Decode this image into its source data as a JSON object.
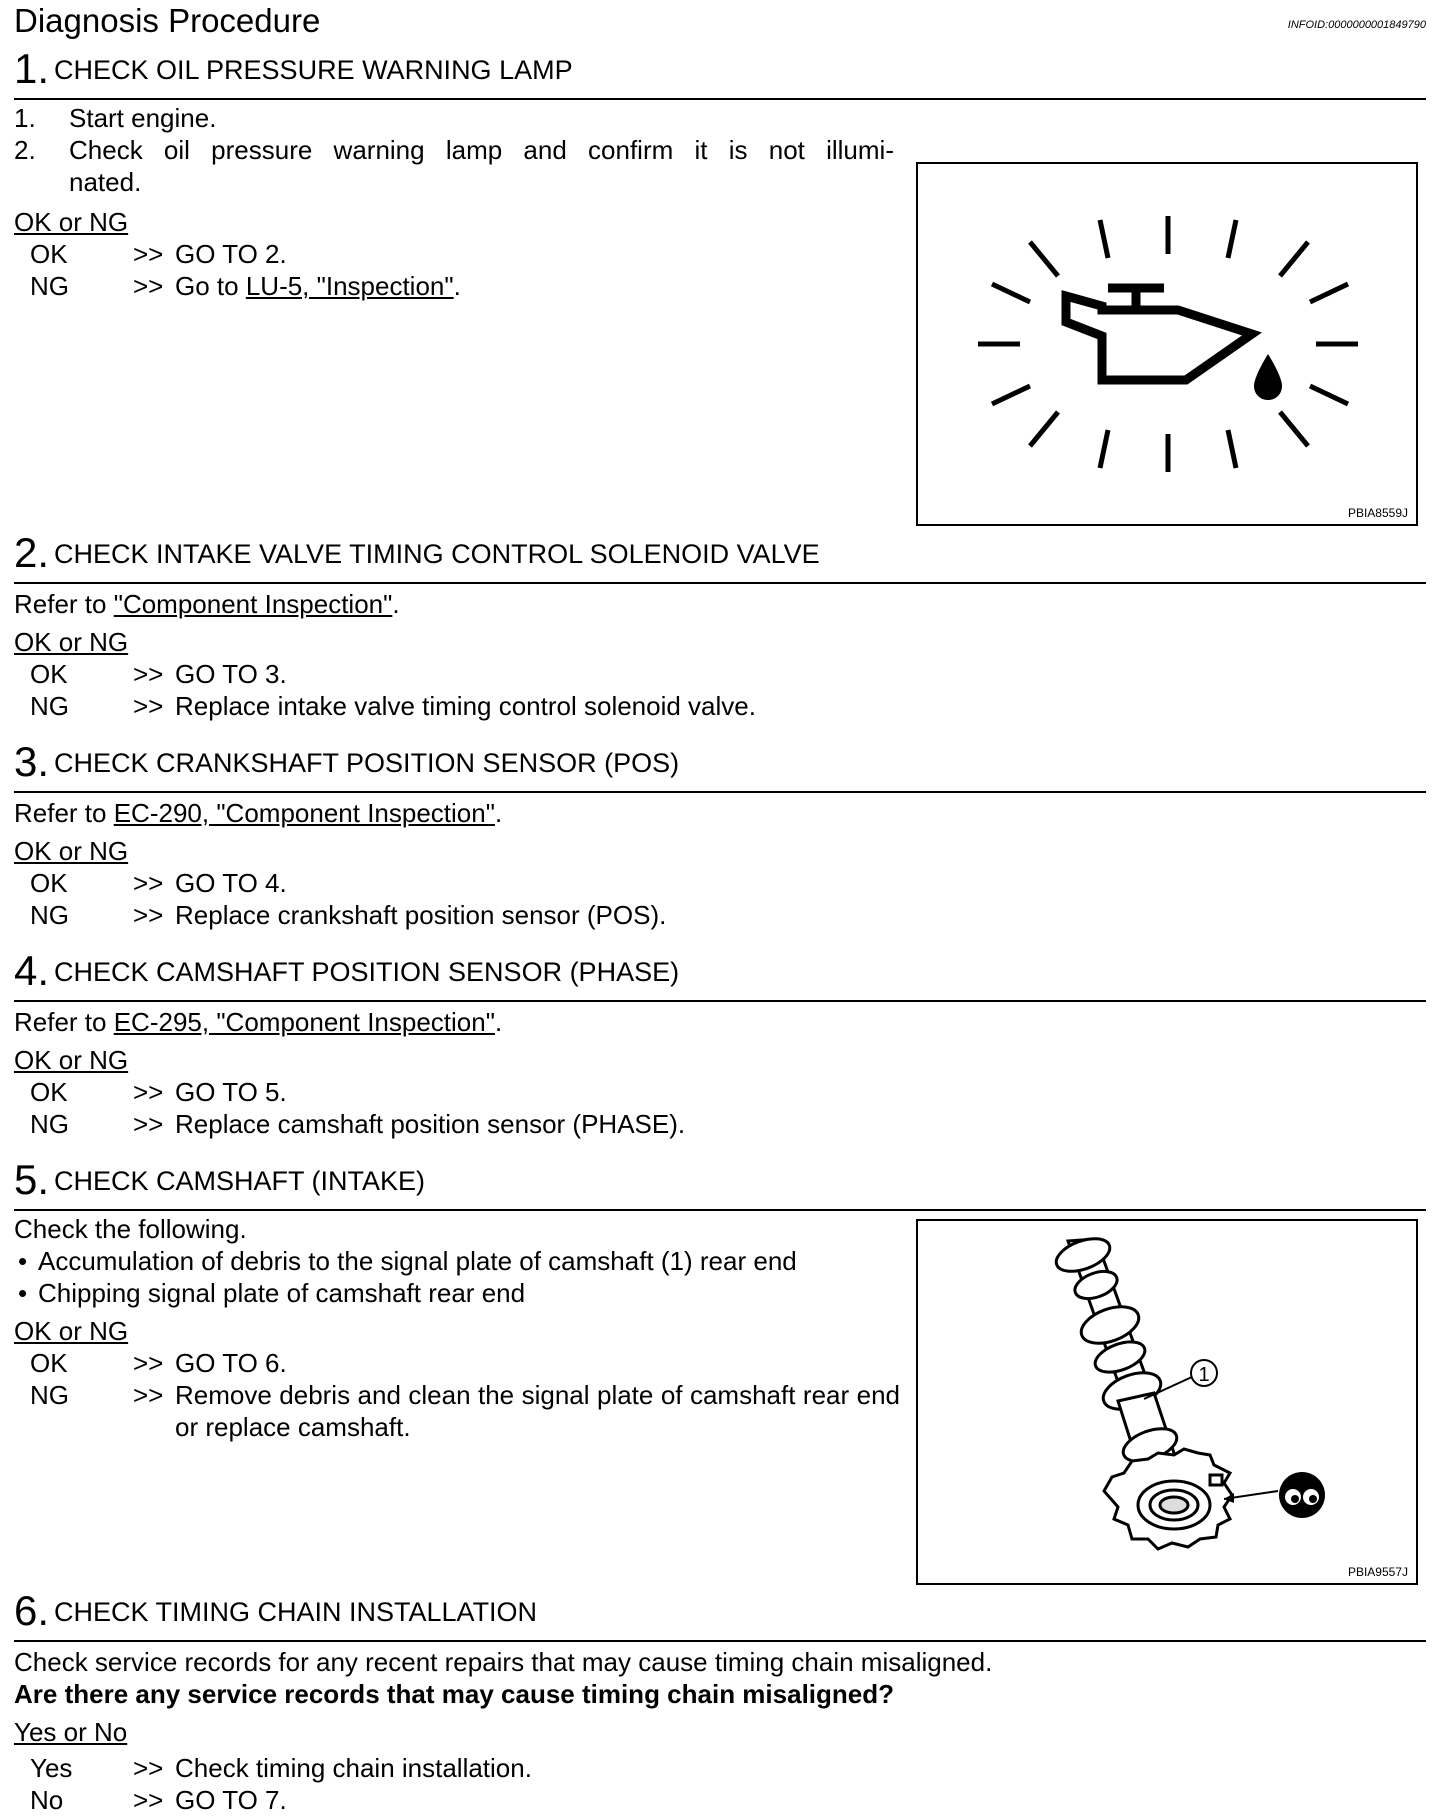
{
  "header": {
    "title": "Diagnosis Procedure",
    "info_id": "INFOID:0000000001849790"
  },
  "steps": [
    {
      "number": "1.",
      "title": "CHECK OIL PRESSURE WARNING LAMP",
      "items": [
        {
          "n": "1.",
          "text": "Start engine."
        },
        {
          "n": "2.",
          "text": "Check oil pressure warning lamp and confirm it is not illumi-"
        },
        {
          "n": "",
          "text": "nated."
        }
      ],
      "result_label": "OK or NG",
      "results": [
        {
          "code": "OK",
          "arrow": ">>",
          "text": "GO TO 2."
        },
        {
          "code": "NG",
          "arrow": ">>",
          "text_prefix": "Go to ",
          "link": "LU-5, \"Inspection\"",
          "text_suffix": "."
        }
      ],
      "figure_code": "PBIA8559J"
    },
    {
      "number": "2.",
      "title": "CHECK INTAKE VALVE TIMING CONTROL SOLENOID VALVE",
      "refer_prefix": "Refer to ",
      "refer_link": "\"Component Inspection\"",
      "refer_suffix": ".",
      "result_label": "OK or NG",
      "results": [
        {
          "code": "OK",
          "arrow": ">>",
          "text": "GO TO 3."
        },
        {
          "code": "NG",
          "arrow": ">>",
          "text": "Replace intake valve timing control solenoid valve."
        }
      ]
    },
    {
      "number": "3.",
      "title": "CHECK CRANKSHAFT POSITION SENSOR (POS)",
      "refer_prefix": "Refer to ",
      "refer_link": "EC-290, \"Component Inspection\"",
      "refer_suffix": ".",
      "result_label": "OK or NG",
      "results": [
        {
          "code": "OK",
          "arrow": ">>",
          "text": "GO TO 4."
        },
        {
          "code": "NG",
          "arrow": ">>",
          "text": "Replace crankshaft position sensor (POS)."
        }
      ]
    },
    {
      "number": "4.",
      "title": "CHECK CAMSHAFT POSITION SENSOR (PHASE)",
      "refer_prefix": "Refer to ",
      "refer_link": "EC-295, \"Component Inspection\"",
      "refer_suffix": ".",
      "result_label": "OK or NG",
      "results": [
        {
          "code": "OK",
          "arrow": ">>",
          "text": "GO TO 5."
        },
        {
          "code": "NG",
          "arrow": ">>",
          "text": "Replace camshaft position sensor (PHASE)."
        }
      ]
    },
    {
      "number": "5.",
      "title": "CHECK CAMSHAFT (INTAKE)",
      "intro": "Check the following.",
      "bullets": [
        "Accumulation of debris to the signal plate of camshaft (1) rear end",
        "Chipping signal plate of camshaft rear end"
      ],
      "result_label": "OK or NG",
      "results": [
        {
          "code": "OK",
          "arrow": ">>",
          "text": "GO TO 6."
        },
        {
          "code": "NG",
          "arrow": ">>",
          "text": "Remove debris and clean the signal plate of camshaft rear end or replace camshaft."
        }
      ],
      "figure_code": "PBIA9557J",
      "callout": "1"
    },
    {
      "number": "6.",
      "title": "CHECK TIMING CHAIN INSTALLATION",
      "text": "Check service records for any recent repairs that may cause timing chain misaligned.",
      "question": "Are there any service records that may cause timing chain misaligned?",
      "result_label": "Yes or No",
      "results": [
        {
          "code": "Yes",
          "arrow": ">>",
          "text": "Check timing chain installation."
        },
        {
          "code": "No",
          "arrow": ">>",
          "text": "GO TO 7."
        }
      ]
    }
  ]
}
